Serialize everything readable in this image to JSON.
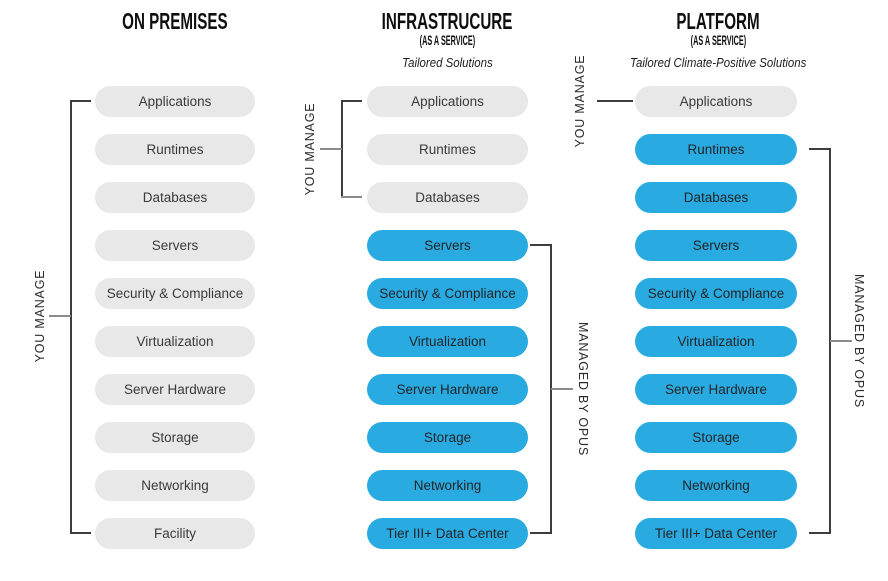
{
  "colors": {
    "blue": "#29abe2",
    "gray": "#e8e8e9",
    "pill_text": "#3a3a3c",
    "line_dark": "#3d3d3f",
    "line_gray": "#8c8c8e",
    "title_text": "#0f0f0f"
  },
  "columns": [
    {
      "title": "ON PREMISES",
      "subtitle": "",
      "tagline": "",
      "left_label": "YOU MANAGE",
      "right_label": "",
      "pills": [
        {
          "label": "Applications",
          "managed_by": "you"
        },
        {
          "label": "Runtimes",
          "managed_by": "you"
        },
        {
          "label": "Databases",
          "managed_by": "you"
        },
        {
          "label": "Servers",
          "managed_by": "you"
        },
        {
          "label": "Security & Compliance",
          "managed_by": "you"
        },
        {
          "label": "Virtualization",
          "managed_by": "you"
        },
        {
          "label": "Server Hardware",
          "managed_by": "you"
        },
        {
          "label": "Storage",
          "managed_by": "you"
        },
        {
          "label": "Networking",
          "managed_by": "you"
        },
        {
          "label": "Facility",
          "managed_by": "you"
        }
      ]
    },
    {
      "title": "INFRASTRUCURE",
      "subtitle": "(AS A SERVICE)",
      "tagline": "Tailored Solutions",
      "left_label": "YOU MANAGE",
      "right_label": "MANAGED BY OPUS",
      "pills": [
        {
          "label": "Applications",
          "managed_by": "you"
        },
        {
          "label": "Runtimes",
          "managed_by": "you"
        },
        {
          "label": "Databases",
          "managed_by": "you"
        },
        {
          "label": "Servers",
          "managed_by": "opus"
        },
        {
          "label": "Security & Compliance",
          "managed_by": "opus"
        },
        {
          "label": "Virtualization",
          "managed_by": "opus"
        },
        {
          "label": "Server Hardware",
          "managed_by": "opus"
        },
        {
          "label": "Storage",
          "managed_by": "opus"
        },
        {
          "label": "Networking",
          "managed_by": "opus"
        },
        {
          "label": "Tier III+ Data Center",
          "managed_by": "opus"
        }
      ]
    },
    {
      "title": "PLATFORM",
      "subtitle": "(AS A SERVICE)",
      "tagline": "Tailored Climate-Positive Solutions",
      "left_label": "YOU MANAGE",
      "right_label": "MANAGED BY OPUS",
      "pills": [
        {
          "label": "Applications",
          "managed_by": "you"
        },
        {
          "label": "Runtimes",
          "managed_by": "opus"
        },
        {
          "label": "Databases",
          "managed_by": "opus"
        },
        {
          "label": "Servers",
          "managed_by": "opus"
        },
        {
          "label": "Security & Compliance",
          "managed_by": "opus"
        },
        {
          "label": "Virtualization",
          "managed_by": "opus"
        },
        {
          "label": "Server Hardware",
          "managed_by": "opus"
        },
        {
          "label": "Storage",
          "managed_by": "opus"
        },
        {
          "label": "Networking",
          "managed_by": "opus"
        },
        {
          "label": "Tier III+ Data Center",
          "managed_by": "opus"
        }
      ]
    }
  ]
}
